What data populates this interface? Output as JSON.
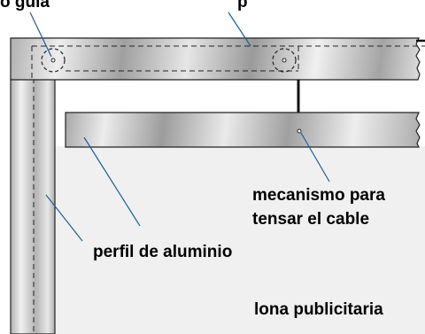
{
  "labels": {
    "top_left_partial": "o guia",
    "top_right_partial": "p",
    "mechanism_line1": "mecanismo para",
    "mechanism_line2": "tensar el cable",
    "aluminum_profile": "perfil de aluminio",
    "banner": "lona publicitaria"
  },
  "colors": {
    "leader": "#1a5e9a",
    "banner_fill": "#f0f0f0",
    "outline": "#222222",
    "metal_light": "#f2f2f2",
    "metal_mid": "#c8c8c8",
    "metal_dark": "#8e8e8e"
  }
}
